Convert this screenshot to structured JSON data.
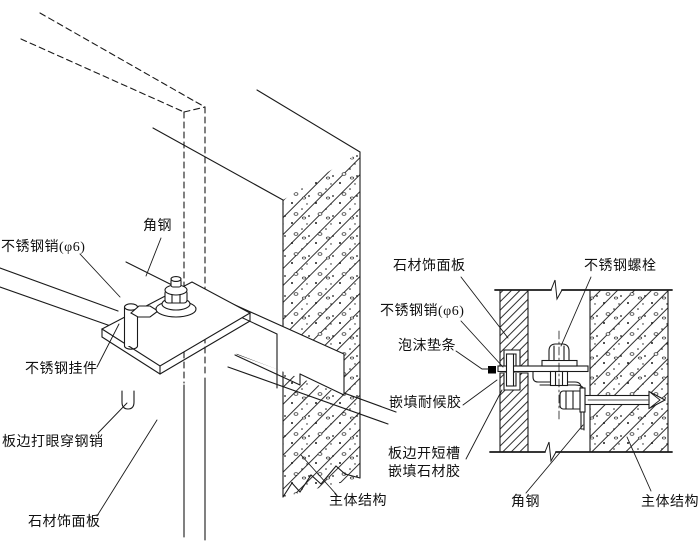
{
  "labels": {
    "left_view": {
      "angle_steel": "角钢",
      "stainless_pin": "不锈钢销(φ6)",
      "stainless_hanger": "不锈钢挂件",
      "panel_edge_pin_hole": "板边打眼穿钢销",
      "stone_panel": "石材饰面板",
      "main_structure": "主体结构"
    },
    "right_view": {
      "stone_panel": "石材饰面板",
      "stainless_bolt": "不锈钢螺栓",
      "stainless_pin": "不锈钢销(φ6)",
      "foam_strip": "泡沫垫条",
      "weather_sealant": "嵌填耐候胶",
      "edge_slot_adhesive": "板边开短槽\n嵌填石材胶",
      "angle_steel": "角钢",
      "main_structure": "主体结构"
    }
  },
  "colors": {
    "line": "#1a1a1a",
    "background": "#ffffff",
    "foam_fill": "#000000"
  }
}
